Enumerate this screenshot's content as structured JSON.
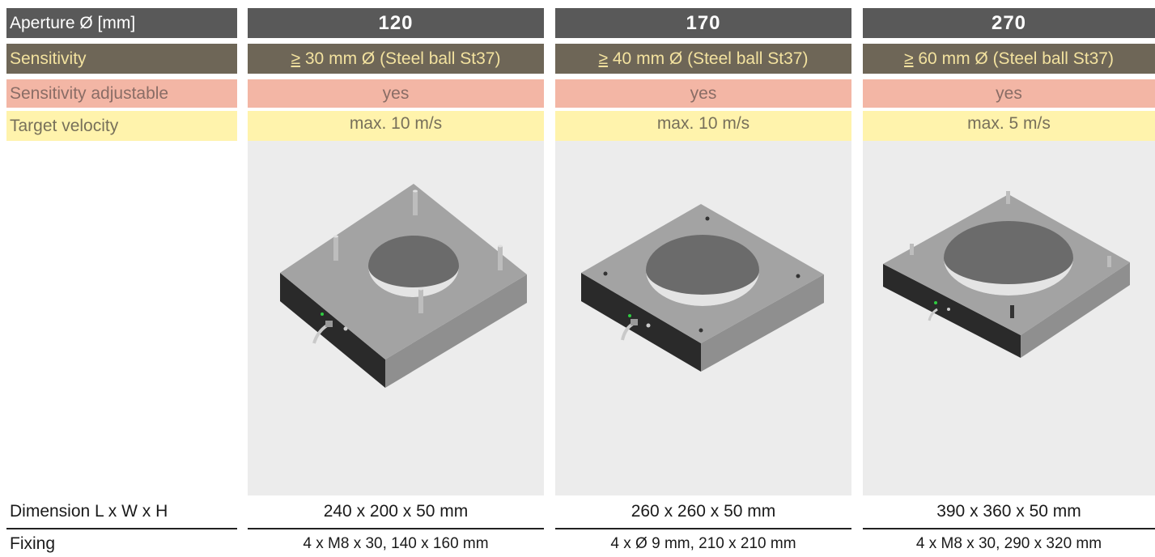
{
  "rows": {
    "aperture": {
      "label": "Aperture Ø [mm]",
      "values": [
        "120",
        "170",
        "270"
      ]
    },
    "sensitivity": {
      "label": "Sensitivity",
      "prefix": "≥",
      "values": [
        " 30 mm Ø (Steel ball St37)",
        " 40 mm Ø (Steel ball St37)",
        " 60 mm Ø (Steel ball St37)"
      ]
    },
    "adjustable": {
      "label": "Sensitivity adjustable",
      "values": [
        "yes",
        "yes",
        "yes"
      ]
    },
    "velocity": {
      "label": "Target velocity",
      "values": [
        "max. 10 m/s",
        "max. 10 m/s",
        "max. 5 m/s"
      ]
    },
    "dimension": {
      "label": "Dimension L x W x H",
      "values": [
        "240 x 200 x 50 mm",
        "260 x 260 x 50 mm",
        "390 x 360 x 50 mm"
      ]
    },
    "fixing": {
      "label": "Fixing",
      "values": [
        "4 x M8 x 30, 140 x 160 mm",
        "4 x Ø 9 mm, 210 x 210 mm",
        "4 x M8 x 30, 290 x 320 mm"
      ]
    }
  },
  "images": [
    {
      "name": "ring-sensor-120",
      "fixing_style": "bolts"
    },
    {
      "name": "ring-sensor-170",
      "fixing_style": "holes"
    },
    {
      "name": "ring-sensor-270",
      "fixing_style": "short-bolts"
    }
  ]
}
